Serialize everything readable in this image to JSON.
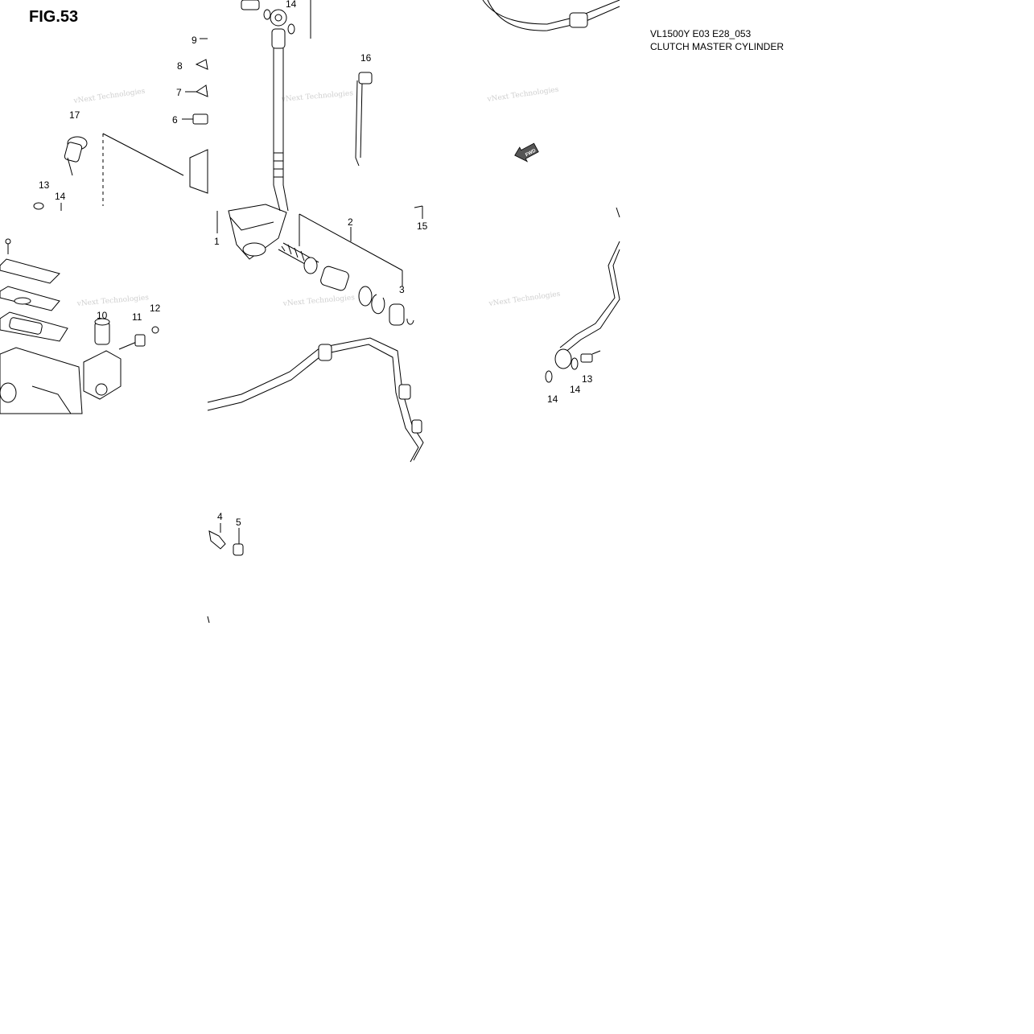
{
  "figure": {
    "title": "FIG.53",
    "model_code": "VL1500Y E03 E28_053",
    "name": "CLUTCH MASTER CYLINDER"
  },
  "callouts": [
    "1",
    "2",
    "3",
    "4",
    "5",
    "6",
    "7",
    "8",
    "9",
    "10",
    "11",
    "12",
    "13",
    "13",
    "14",
    "14",
    "14",
    "14",
    "15",
    "16",
    "17"
  ],
  "watermark": "vNext Technologies",
  "fwd_label": "FWD"
}
